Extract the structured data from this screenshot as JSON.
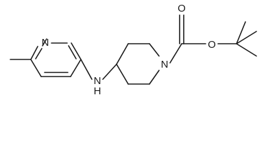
{
  "molecule": {
    "atoms": {
      "pyrimidine_n_top": "N",
      "pyrimidine_n_left": "N",
      "amine_nh": "N",
      "amine_h": "H",
      "piperidine_n": "N",
      "carbonyl_o": "O",
      "ester_o": "O"
    }
  }
}
